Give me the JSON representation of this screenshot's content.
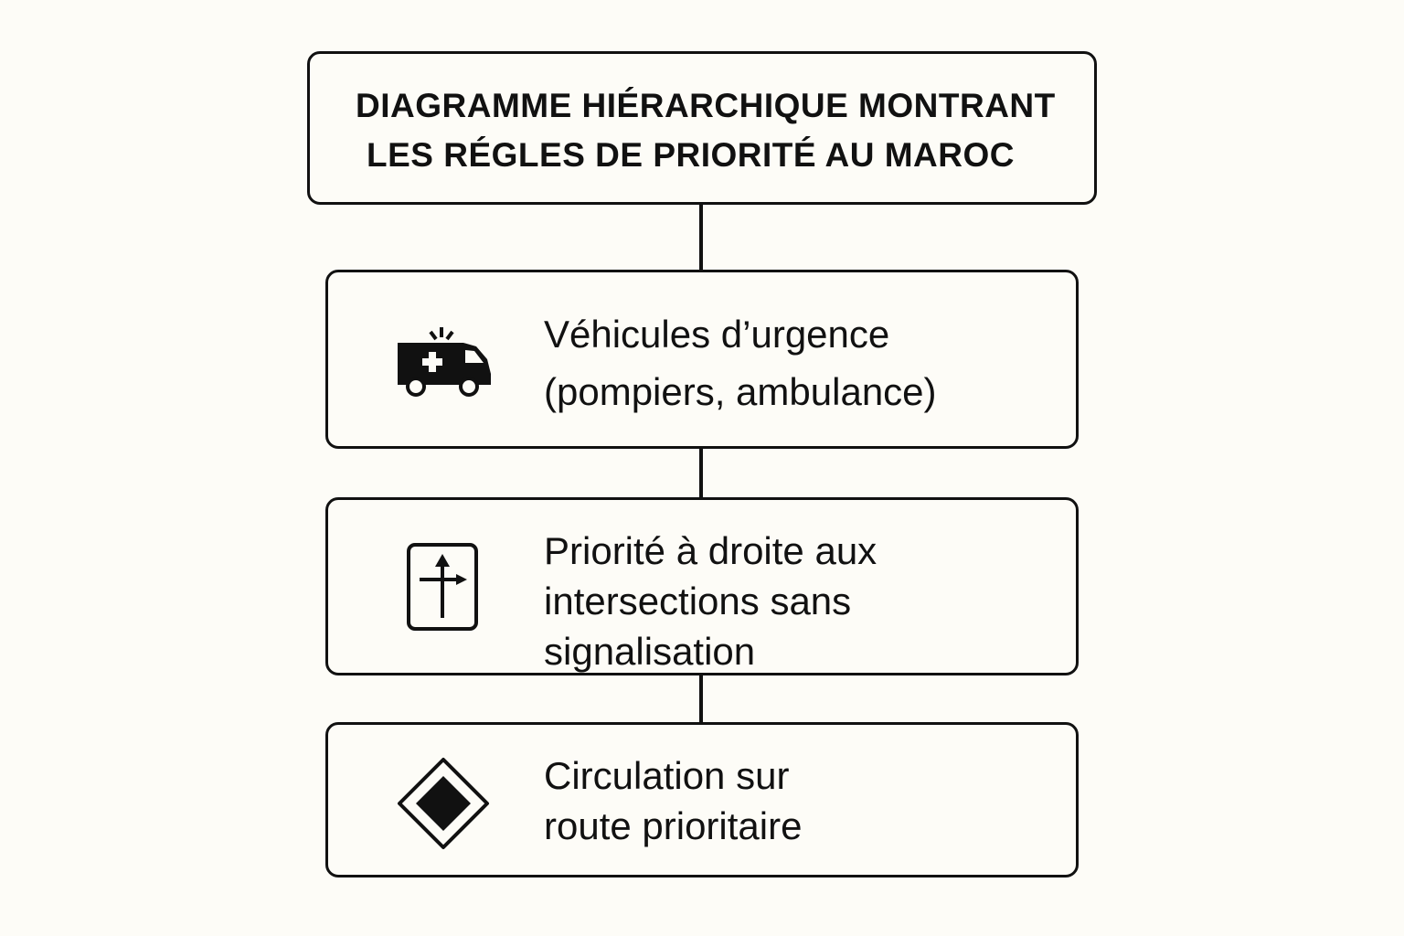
{
  "title": {
    "line1": "DIAGRAMME HIÉRARCHIQUE MONTRANT",
    "line2": "LES RÉGLES DE PRIORITÉ AU MAROC"
  },
  "nodes": [
    {
      "icon": "ambulance-icon",
      "lines": [
        "Véhicules d’urgence",
        "(pompiers, ambulance)"
      ]
    },
    {
      "icon": "priority-right-intersection-icon",
      "lines": [
        "Priorité à droite aux",
        "intersections sans",
        "signalisation"
      ]
    },
    {
      "icon": "priority-road-diamond-icon",
      "lines": [
        "Circulation sur",
        "route prioritaire"
      ]
    }
  ],
  "colors": {
    "background": "#fdfcf7",
    "stroke": "#111111"
  }
}
